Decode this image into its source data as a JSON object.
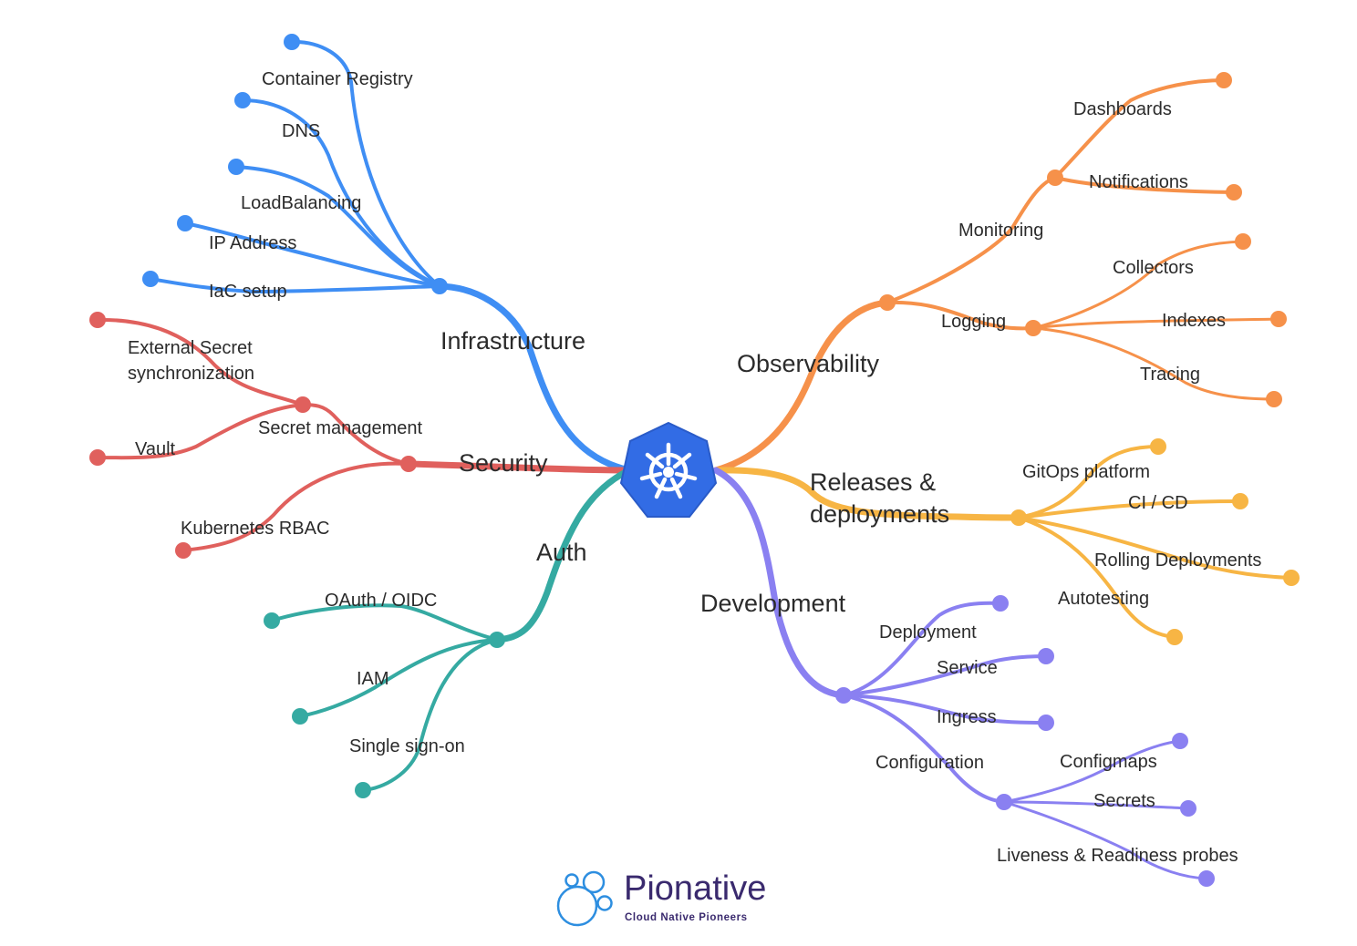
{
  "center": {
    "icon": "kubernetes-helm-icon",
    "color": "#326ce5"
  },
  "branches": {
    "infrastructure": {
      "label": "Infrastructure",
      "color": "#3f8ef4",
      "leaves": [
        "Container Registry",
        "DNS",
        "LoadBalancing",
        "IP Address",
        "IaC setup"
      ]
    },
    "security": {
      "label": "Security",
      "color": "#e0605d",
      "secret_management": "Secret management",
      "external_secret": [
        "External Secret",
        "synchronization"
      ],
      "vault": "Vault",
      "rbac": "Kubernetes RBAC"
    },
    "auth": {
      "label": "Auth",
      "color": "#35aaa2",
      "leaves": [
        "OAuth / OIDC",
        "IAM",
        "Single sign-on"
      ]
    },
    "observability": {
      "label": "Observability",
      "color": "#f6914a",
      "monitoring": {
        "label": "Monitoring",
        "leaves": [
          "Dashboards",
          "Notifications"
        ]
      },
      "logging": {
        "label": "Logging",
        "leaves": [
          "Collectors",
          "Indexes",
          "Tracing"
        ]
      }
    },
    "releases": {
      "label": [
        "Releases &",
        "deployments"
      ],
      "color": "#f7b544",
      "leaves": [
        "GitOps platform",
        "CI / CD",
        "Rolling Deployments",
        "Autotesting"
      ]
    },
    "development": {
      "label": "Development",
      "color": "#8a80f1",
      "leaves": [
        "Deployment",
        "Service",
        "Ingress"
      ],
      "configuration": {
        "label": "Configuration",
        "leaves": [
          "Configmaps",
          "Secrets",
          "Liveness & Readiness probes"
        ]
      }
    }
  },
  "brand": {
    "name": "Pionative",
    "tagline": "Cloud Native Pioneers",
    "icon": "bubbles-logo-icon",
    "color": "#2d8ee0"
  }
}
